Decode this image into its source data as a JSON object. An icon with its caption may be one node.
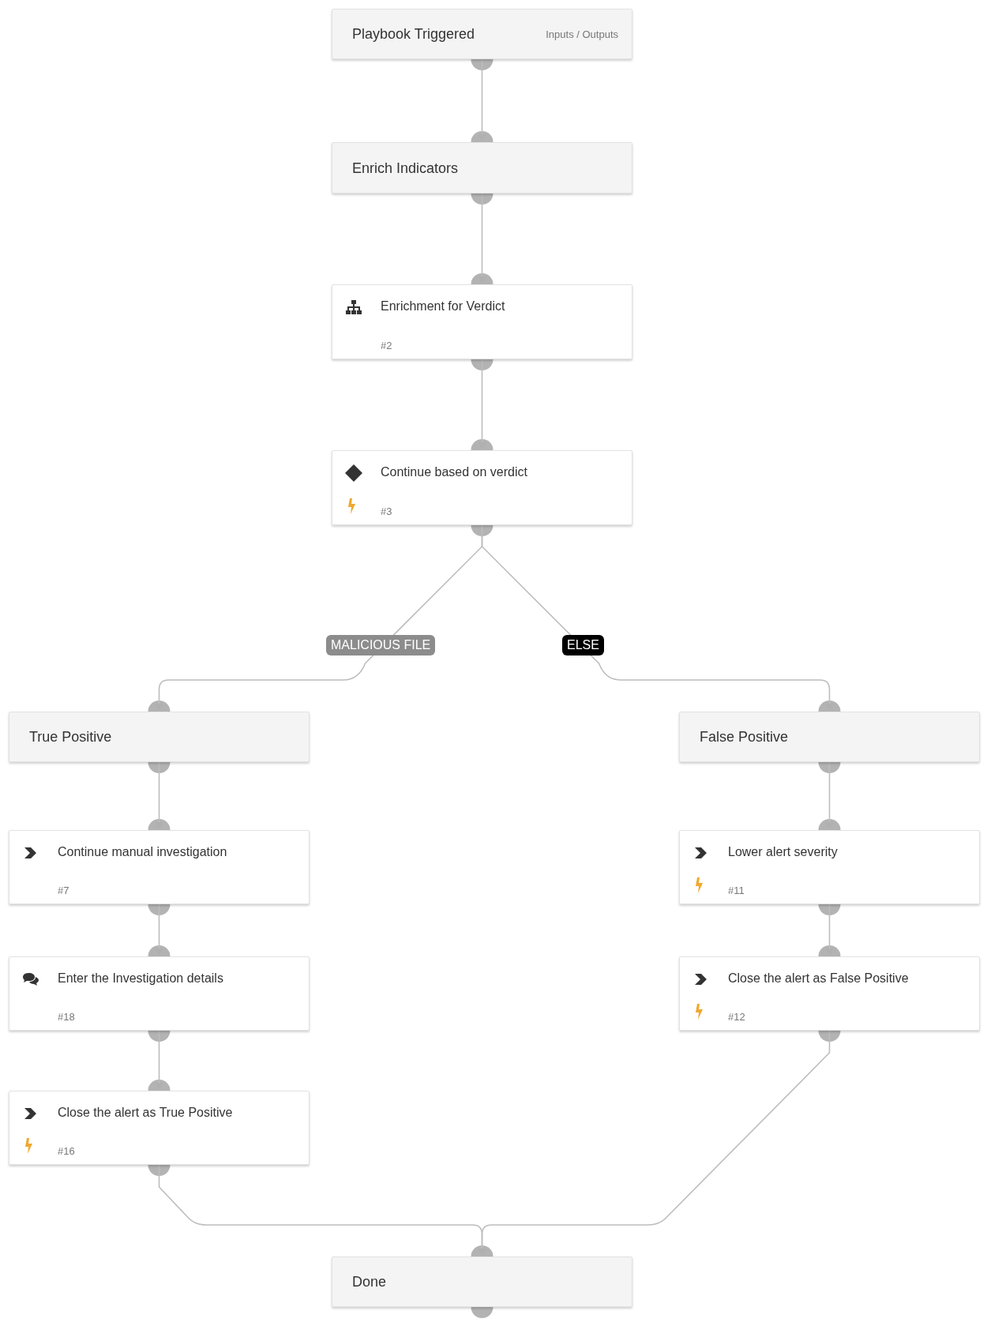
{
  "diagram": {
    "nodes": [
      {
        "text": [
          "Playbook Triggered",
          "Inputs / Outputs"
        ]
      },
      {
        "text": [
          "Enrich Indicators"
        ]
      },
      {
        "text": [
          "Enrichment for Verdict",
          "#2"
        ]
      },
      {
        "text": [
          "Continue based on verdict",
          "#3"
        ]
      },
      {
        "text": [
          "True Positive"
        ]
      },
      {
        "text": [
          "False Positive"
        ]
      },
      {
        "text": [
          "Continue manual investigation",
          "#7"
        ]
      },
      {
        "text": [
          "Lower alert severity",
          "#11"
        ]
      },
      {
        "text": [
          "Enter the Investigation details",
          "#18"
        ]
      },
      {
        "text": [
          "Close the alert as False Positive",
          "#12"
        ]
      },
      {
        "text": [
          "Close the alert as True Positive",
          "#16"
        ]
      },
      {
        "text": [
          "Done"
        ]
      }
    ],
    "edges": [
      {
        "from": 0,
        "to": 1,
        "arrow": "to"
      },
      {
        "from": 1,
        "to": 2,
        "arrow": "to"
      },
      {
        "from": 2,
        "to": 3,
        "arrow": "to"
      },
      {
        "from": 3,
        "to": 4,
        "arrow": "to",
        "label": "MALICIOUS FILE"
      },
      {
        "from": 3,
        "to": 5,
        "arrow": "to",
        "label": "ELSE"
      },
      {
        "from": 4,
        "to": 6,
        "arrow": "to"
      },
      {
        "from": 5,
        "to": 7,
        "arrow": "to"
      },
      {
        "from": 6,
        "to": 8,
        "arrow": "to"
      },
      {
        "from": 7,
        "to": 9,
        "arrow": "to"
      },
      {
        "from": 8,
        "to": 10,
        "arrow": "to"
      },
      {
        "from": 10,
        "to": 11,
        "arrow": "to"
      },
      {
        "from": 9,
        "to": 11,
        "arrow": "to"
      }
    ]
  }
}
